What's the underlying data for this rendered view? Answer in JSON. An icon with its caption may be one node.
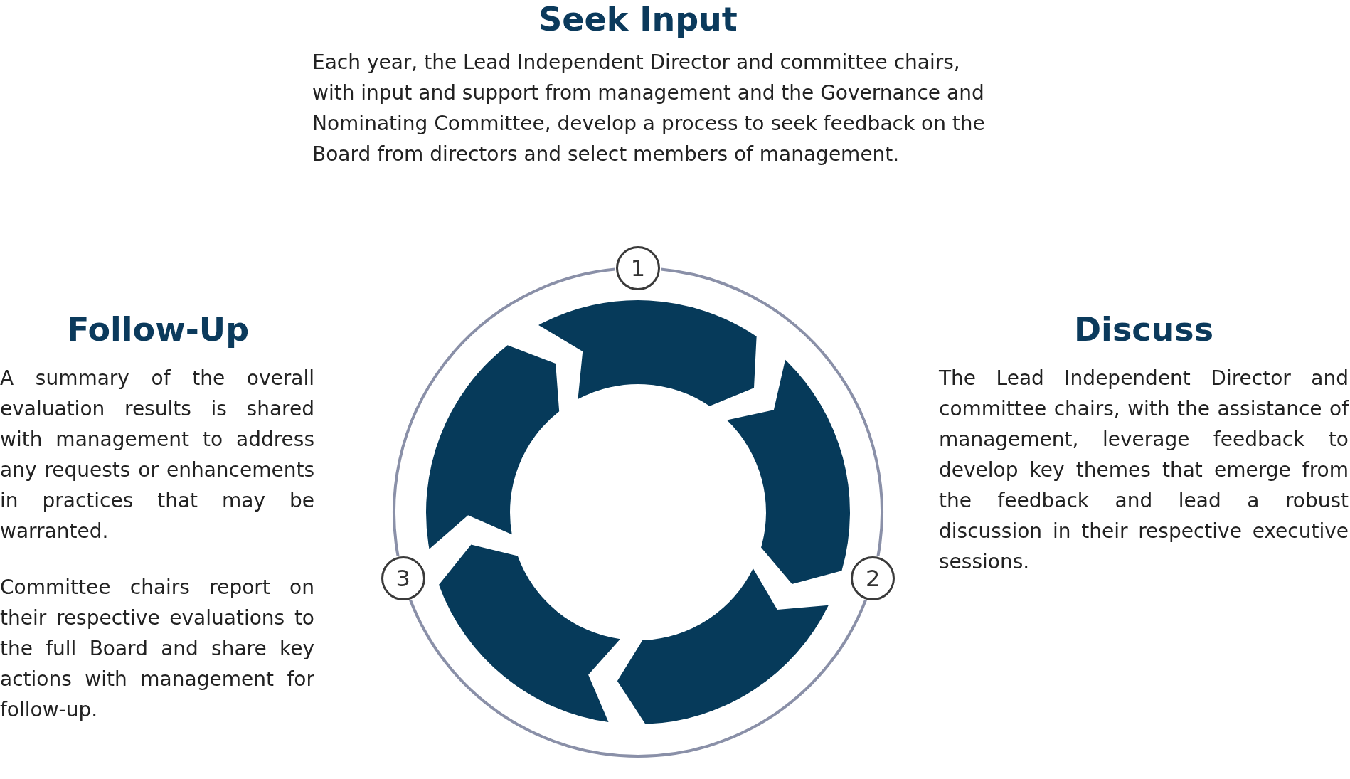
{
  "diagram": {
    "nodes": [
      {
        "text": [
          "Seek Input",
          "Each year, the Lead Independent Director and committee chairs, with input and support from management and the Governance and Nominating Committee, develop a process to seek feedback on the Board from directors and select members of management."
        ]
      },
      {
        "text": [
          "1"
        ]
      },
      {
        "text": [
          "Follow-Up",
          "A summary of the overall evaluation results is shared with management to address any requests or enhancements in practices that may be warranted.",
          "Committee chairs report on their respective evaluations to the full Board and share key actions with management for follow-up."
        ]
      },
      {
        "text": [
          "Discuss",
          "The Lead Independent Director and committee chairs, with the assistance of management, leverage feedback to develop key themes that emerge from the feedback and lead a robust discussion in their respective executive sessions."
        ]
      },
      {
        "text": [
          "3"
        ]
      },
      {
        "text": [
          "2"
        ]
      }
    ],
    "edges": [
      {
        "from": 1,
        "to": 5,
        "arrow": "none"
      },
      {
        "from": 5,
        "to": 4,
        "arrow": "none"
      },
      {
        "from": 4,
        "to": 1,
        "arrow": "none"
      }
    ]
  }
}
